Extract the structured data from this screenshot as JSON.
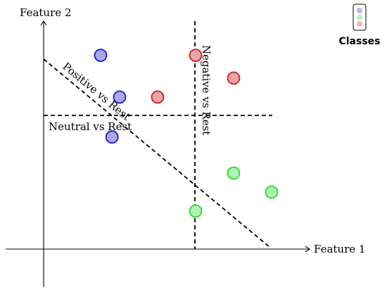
{
  "axes": {
    "x_label": "Feature 1",
    "y_label": "Feature 2"
  },
  "separators": {
    "positive": "Positive vs Rest",
    "neutral": "Neutral vs Rest",
    "negative": "Negative vs Rest"
  },
  "legend": {
    "title": "Classes",
    "swatches": [
      "#b9b9f0",
      "#b9f0b9",
      "#f0b9b9"
    ]
  },
  "classes": {
    "positive": {
      "fill": "#a8a8e8",
      "stroke": "#1a1ac0",
      "points": [
        [
          1.5,
          5.1
        ],
        [
          2.0,
          4.0
        ],
        [
          1.8,
          2.95
        ]
      ]
    },
    "negative": {
      "fill": "#eaa4a4",
      "stroke": "#d01a1a",
      "points": [
        [
          4.0,
          5.1
        ],
        [
          5.0,
          4.5
        ],
        [
          3.0,
          4.0
        ]
      ]
    },
    "neutral": {
      "fill": "#b4f0b4",
      "stroke": "#22dd22",
      "points": [
        [
          5.0,
          2.0
        ],
        [
          6.0,
          1.5
        ],
        [
          4.0,
          1.0
        ]
      ]
    }
  }
}
